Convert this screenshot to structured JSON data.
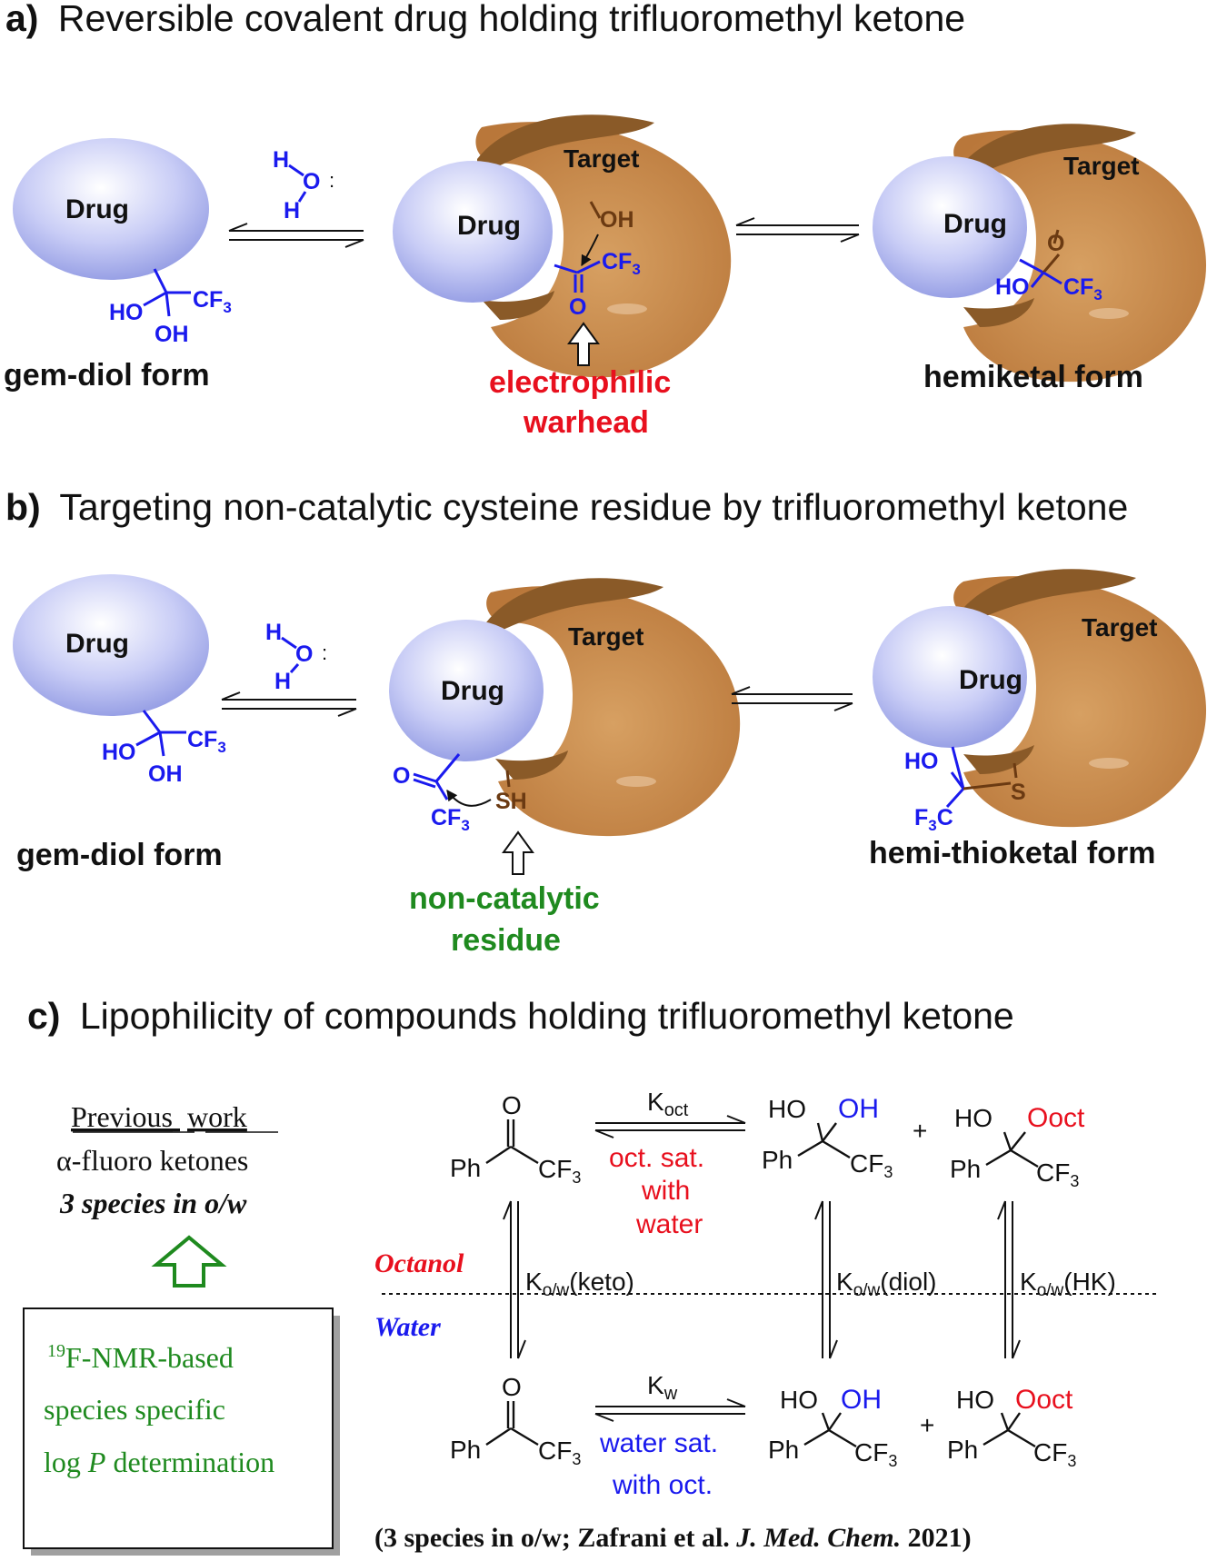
{
  "panel_a": {
    "letter": "a)",
    "title": "Reversible covalent drug holding trifluoromethyl ketone",
    "drug": "Drug",
    "target": "Target",
    "water_h": "H",
    "water_o": "O",
    "ho": "HO",
    "oh": "OH",
    "cf3": "CF",
    "sub3": "3",
    "o": "O",
    "gem_diol": "gem-diol form",
    "hemiketal": "hemiketal form",
    "warhead_line1": "electrophilic",
    "warhead_line2": "warhead"
  },
  "panel_b": {
    "letter": "b)",
    "title": "Targeting non-catalytic cysteine residue by trifluoromethyl ketone",
    "drug": "Drug",
    "target": "Target",
    "sh": "SH",
    "s": "S",
    "f3c": "F",
    "c": "C",
    "gem_diol": "gem-diol form",
    "hemithioketal": "hemi-thioketal form",
    "residue_line1": "non-catalytic",
    "residue_line2": "residue"
  },
  "panel_c": {
    "letter": "c)",
    "title": "Lipophilicity of compounds holding trifluoromethyl ketone",
    "previous_work": "Previous",
    "work": "work",
    "alpha_fluoro": "α-fluoro ketones",
    "species_note": "3 species in o/w",
    "box_line1_sup": "19",
    "box_line1": "F-NMR-based",
    "box_line2": "species specific",
    "box_line3_pre": "log ",
    "box_line3_p": "P",
    "box_line3_post": " determination",
    "ph": "Ph",
    "ooct": "Ooct",
    "plus": "+",
    "k": "K",
    "oct_sub": "oct",
    "w_sub": "w",
    "ow_sub": "o/w",
    "keto": "(keto)",
    "diol": "(diol)",
    "hk": "(HK)",
    "oct_sat_1": "oct. sat.",
    "oct_sat_2": "with",
    "oct_sat_3": "water",
    "water_sat_1": "water sat.",
    "water_sat_2": "with oct.",
    "octanol": "Octanol",
    "water": "Water",
    "ref_pre": "(3 species in o/w; Zafrani et al. ",
    "ref_journal": "J. Med. Chem.",
    "ref_year": " 2021)"
  },
  "colors": {
    "drug_blue": "#b8bff0",
    "target_brown": "#c68a45",
    "chem_blue": "#1a1aee",
    "warhead_red": "#e8101e",
    "residue_green": "#1f8a1f"
  }
}
